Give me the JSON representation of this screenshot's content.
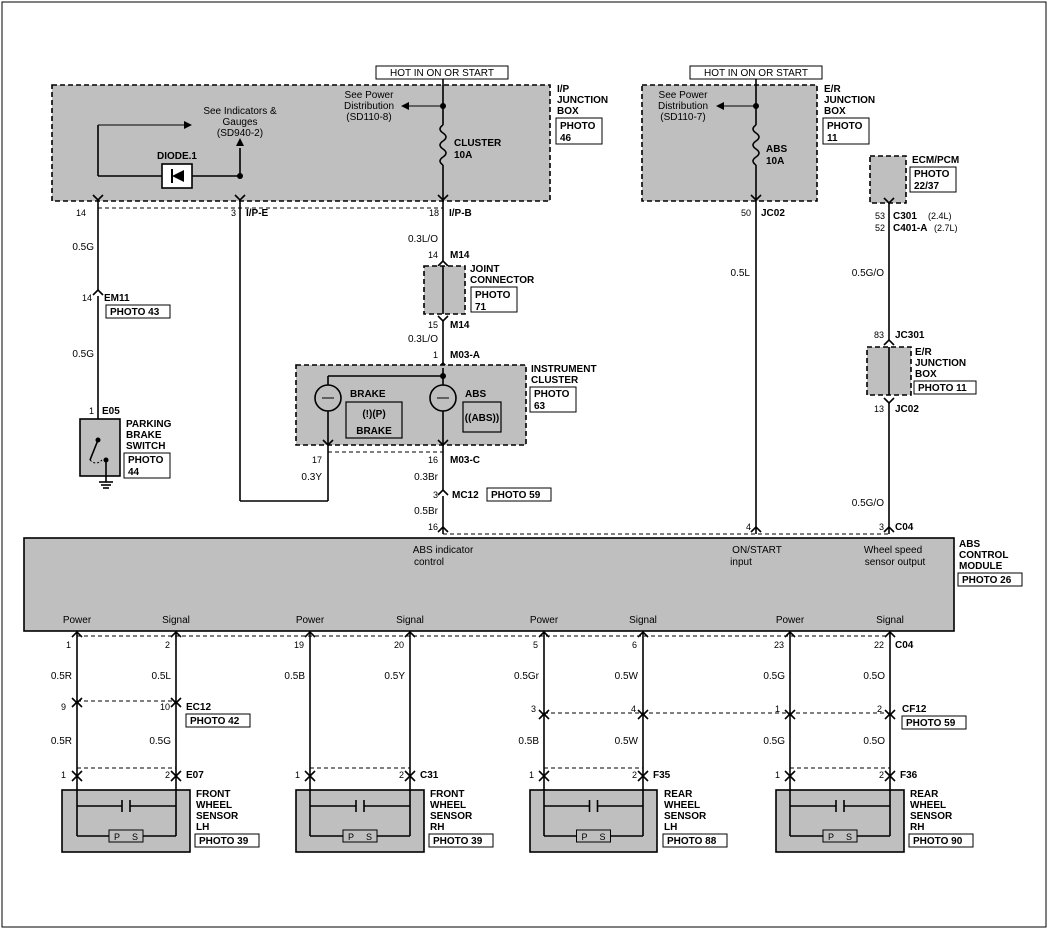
{
  "hot_labels": [
    "HOT IN ON OR START",
    "HOT IN ON OR START"
  ],
  "ip_box": {
    "name": [
      "I/P",
      "JUNCTION",
      "BOX"
    ],
    "photo": [
      "PHOTO",
      "46"
    ],
    "see_power": [
      "See Power",
      "Distribution",
      "(SD110-8)"
    ],
    "see_ind": [
      "See Indicators &",
      "Gauges",
      "(SD940-2)"
    ],
    "diode": "DIODE.1",
    "fuse": [
      "CLUSTER",
      "10A"
    ],
    "pins": [
      "14",
      "3",
      "18"
    ],
    "conns": [
      "I/P-E",
      "I/P-B"
    ]
  },
  "er_box": {
    "name": [
      "E/R",
      "JUNCTION",
      "BOX"
    ],
    "photo": [
      "PHOTO",
      "11"
    ],
    "see_power": [
      "See Power",
      "Distribution",
      "(SD110-7)"
    ],
    "fuse": [
      "ABS",
      "10A"
    ],
    "pin": "50",
    "conn": "JC02",
    "wire": "0.5L"
  },
  "ecm": {
    "name": "ECM/PCM",
    "photo": [
      "PHOTO",
      "22/37"
    ],
    "pins": [
      "53",
      "52"
    ],
    "conns": [
      "C301",
      "(2.4L)",
      "C401-A",
      "(2.7L)"
    ],
    "wire1": "0.5G/O",
    "jc_pin": "83",
    "jc_conn": "JC301",
    "er2_name": [
      "E/R",
      "JUNCTION",
      "BOX"
    ],
    "er2_photo": "PHOTO 11",
    "jc02_pin": "13",
    "jc02_conn": "JC02",
    "wire2": "0.5G/O"
  },
  "parking": {
    "wire1": "0.5G",
    "em_pin": "14",
    "em_conn": "EM11",
    "em_photo": "PHOTO 43",
    "wire2": "0.5G",
    "e05_pin": "1",
    "e05_conn": "E05",
    "name": [
      "PARKING",
      "BRAKE",
      "SWITCH"
    ],
    "photo": [
      "PHOTO",
      "44"
    ]
  },
  "joint": {
    "wire_top": "0.3L/O",
    "pin_top": "14",
    "conn_top": "M14",
    "name": [
      "JOINT",
      "CONNECTOR"
    ],
    "photo": [
      "PHOTO",
      "71"
    ],
    "pin_bot": "15",
    "conn_bot": "M14",
    "wire_bot": "0.3L/O"
  },
  "cluster": {
    "pin_top": "1",
    "conn_top": "M03-A",
    "name": [
      "INSTRUMENT",
      "CLUSTER"
    ],
    "photo": [
      "PHOTO",
      "63"
    ],
    "brake": "BRAKE",
    "brake_icon": "(!)(P)",
    "brake_text": "BRAKE",
    "abs": "ABS",
    "abs_icon": "((ABS))",
    "pins_bot": [
      "17",
      "16"
    ],
    "conn_bot": "M03-C",
    "wire_left": "0.3Y",
    "wire_right": "0.3Br",
    "mc_pin": "3",
    "mc_conn": "MC12",
    "mc_photo": "PHOTO 59",
    "wire_mc": "0.5Br"
  },
  "abs_module": {
    "name": [
      "ABS",
      "CONTROL",
      "MODULE"
    ],
    "photo": "PHOTO 26",
    "top_pins": [
      "16",
      "4",
      "3"
    ],
    "top_conn": "C04",
    "labels": [
      [
        "ABS indicator",
        "control"
      ],
      [
        "ON/START",
        "input"
      ],
      [
        "Wheel speed",
        "sensor output"
      ]
    ],
    "port_labels": [
      "Power",
      "Signal",
      "Power",
      "Signal",
      "Power",
      "Signal",
      "Power",
      "Signal"
    ],
    "bot_pins": [
      "1",
      "2",
      "19",
      "20",
      "5",
      "6",
      "23",
      "22"
    ],
    "bot_conn": "C04"
  },
  "sensors": [
    {
      "wires1": [
        "0.5R",
        "0.5L"
      ],
      "mid_pins": [
        "9",
        "10"
      ],
      "mid_conn": "EC12",
      "mid_photo": "PHOTO 42",
      "wires2": [
        "0.5R",
        "0.5G"
      ],
      "pins": [
        "1",
        "2"
      ],
      "conn": "E07",
      "name": [
        "FRONT",
        "WHEEL",
        "SENSOR",
        "LH"
      ],
      "photo": "PHOTO 39"
    },
    {
      "wires1": [
        "0.5B",
        "0.5Y"
      ],
      "pins": [
        "1",
        "2"
      ],
      "conn": "C31",
      "name": [
        "FRONT",
        "WHEEL",
        "SENSOR",
        "RH"
      ],
      "photo": "PHOTO 39"
    },
    {
      "wires1": [
        "0.5Gr",
        "0.5W"
      ],
      "mid_pins": [
        "3",
        "4"
      ],
      "wires2": [
        "0.5B",
        "0.5W"
      ],
      "pins": [
        "1",
        "2"
      ],
      "conn": "F35",
      "name": [
        "REAR",
        "WHEEL",
        "SENSOR",
        "LH"
      ],
      "photo": "PHOTO 88"
    },
    {
      "wires1": [
        "0.5G",
        "0.5O"
      ],
      "mid_pins": [
        "1",
        "2"
      ],
      "mid_conn": "CF12",
      "mid_photo": "PHOTO 59",
      "wires2": [
        "0.5G",
        "0.5O"
      ],
      "pins": [
        "1",
        "2"
      ],
      "conn": "F36",
      "name": [
        "REAR",
        "WHEEL",
        "SENSOR",
        "RH"
      ],
      "photo": "PHOTO 90"
    }
  ],
  "sensor_ps": [
    "P",
    "S"
  ]
}
